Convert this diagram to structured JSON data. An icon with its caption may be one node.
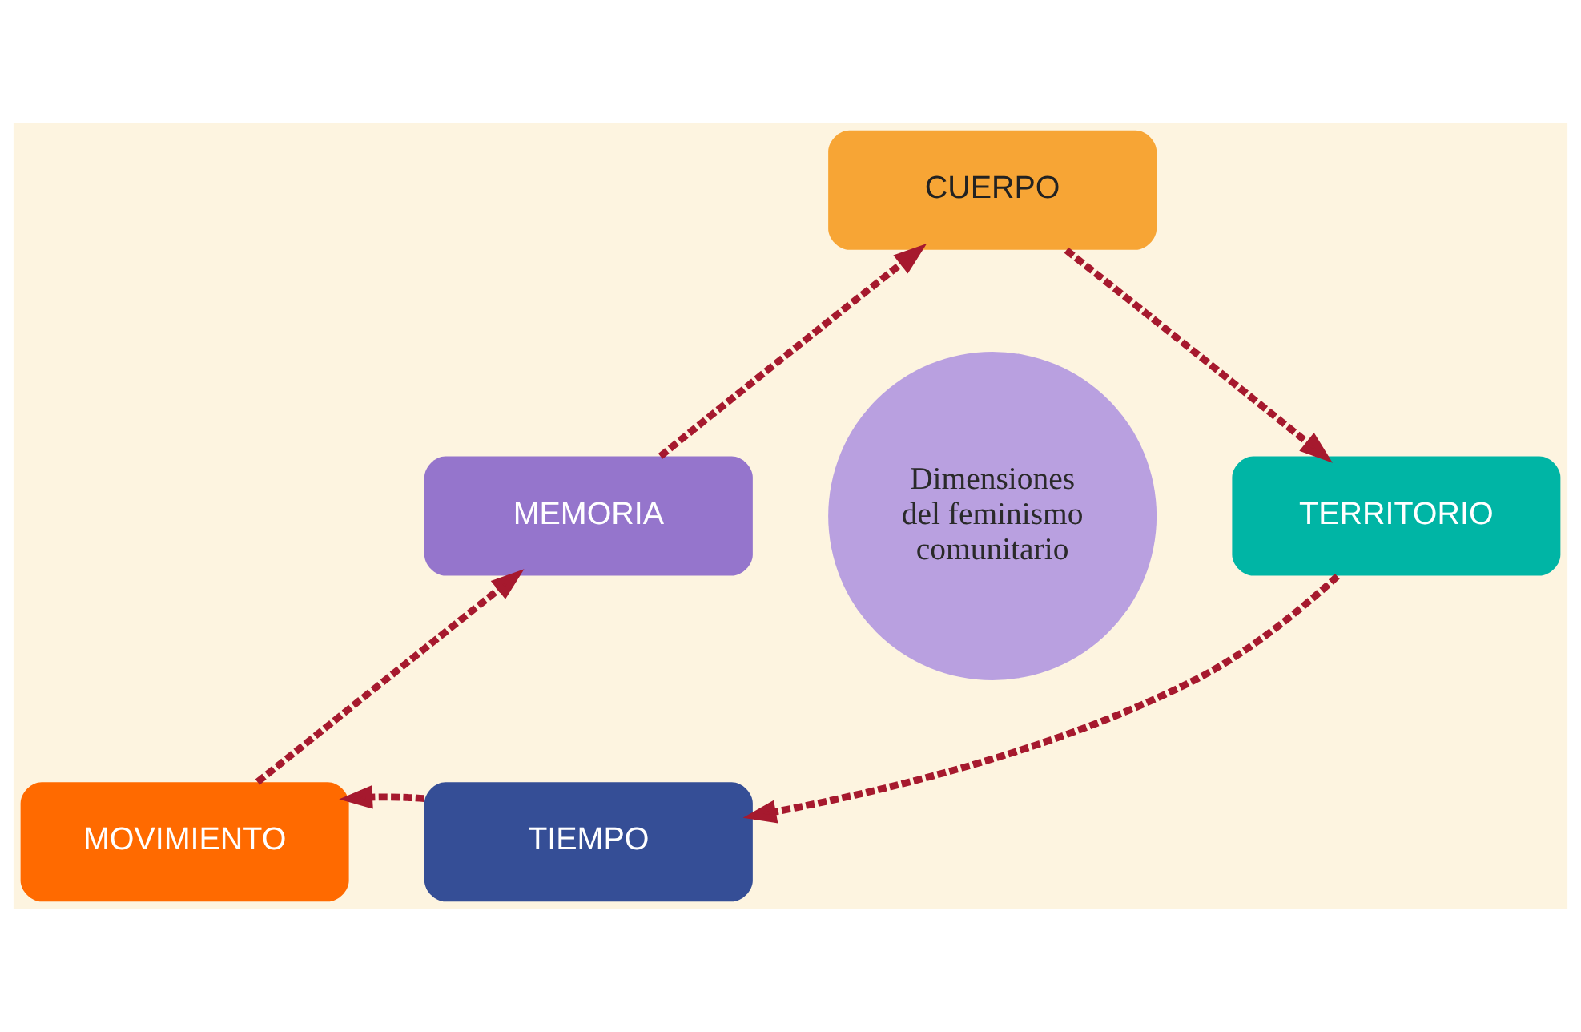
{
  "diagram": {
    "nodes": [
      {
        "text": [
          "CUERPO"
        ]
      },
      {
        "text": [
          "MEMORIA"
        ]
      },
      {
        "text": [
          "Dimensiones del feminismo comunitario"
        ]
      },
      {
        "text": [
          "TERRITORIO"
        ]
      },
      {
        "text": [
          "MOVIMIENTO"
        ]
      },
      {
        "text": [
          "TIEMPO"
        ]
      }
    ],
    "edges": [
      {
        "from": 0,
        "to": 3,
        "arrow": "to",
        "style": "dashed"
      },
      {
        "from": 3,
        "to": 5,
        "arrow": "to",
        "style": "dashed"
      },
      {
        "from": 5,
        "to": 4,
        "arrow": "to",
        "style": "dashed"
      },
      {
        "from": 4,
        "to": 1,
        "arrow": "to",
        "style": "dashed"
      },
      {
        "from": 1,
        "to": 0,
        "arrow": "to",
        "style": "dashed"
      }
    ]
  }
}
